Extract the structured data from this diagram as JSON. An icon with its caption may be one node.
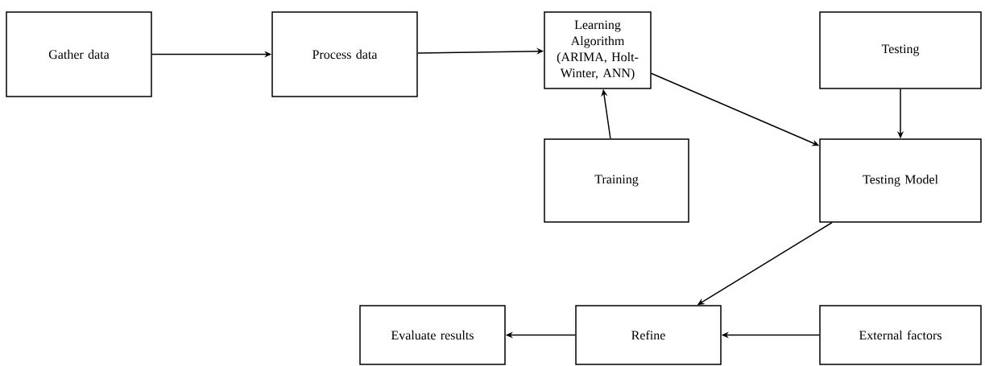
{
  "diagram": {
    "nodes": [
      {
        "text": [
          "Gather data"
        ]
      },
      {
        "text": [
          "Process data"
        ]
      },
      {
        "text": [
          "Learning Algorithm (ARIMA, Holt-Winter, ANN)"
        ]
      },
      {
        "text": [
          "Testing"
        ]
      },
      {
        "text": [
          "Training"
        ]
      },
      {
        "text": [
          "Testing Model"
        ]
      },
      {
        "text": [
          "Evaluate results"
        ]
      },
      {
        "text": [
          "Refine"
        ]
      },
      {
        "text": [
          "External factors"
        ]
      }
    ],
    "edges": [
      {
        "from": 0,
        "to": 1,
        "arrow": "to"
      },
      {
        "from": 1,
        "to": 2,
        "arrow": "to"
      },
      {
        "from": 4,
        "to": 2,
        "arrow": "to"
      },
      {
        "from": 2,
        "to": 5,
        "arrow": "to"
      },
      {
        "from": 3,
        "to": 5,
        "arrow": "to"
      },
      {
        "from": 5,
        "to": 7,
        "arrow": "to"
      },
      {
        "from": 8,
        "to": 7,
        "arrow": "to"
      },
      {
        "from": 7,
        "to": 6,
        "arrow": "to"
      }
    ]
  }
}
